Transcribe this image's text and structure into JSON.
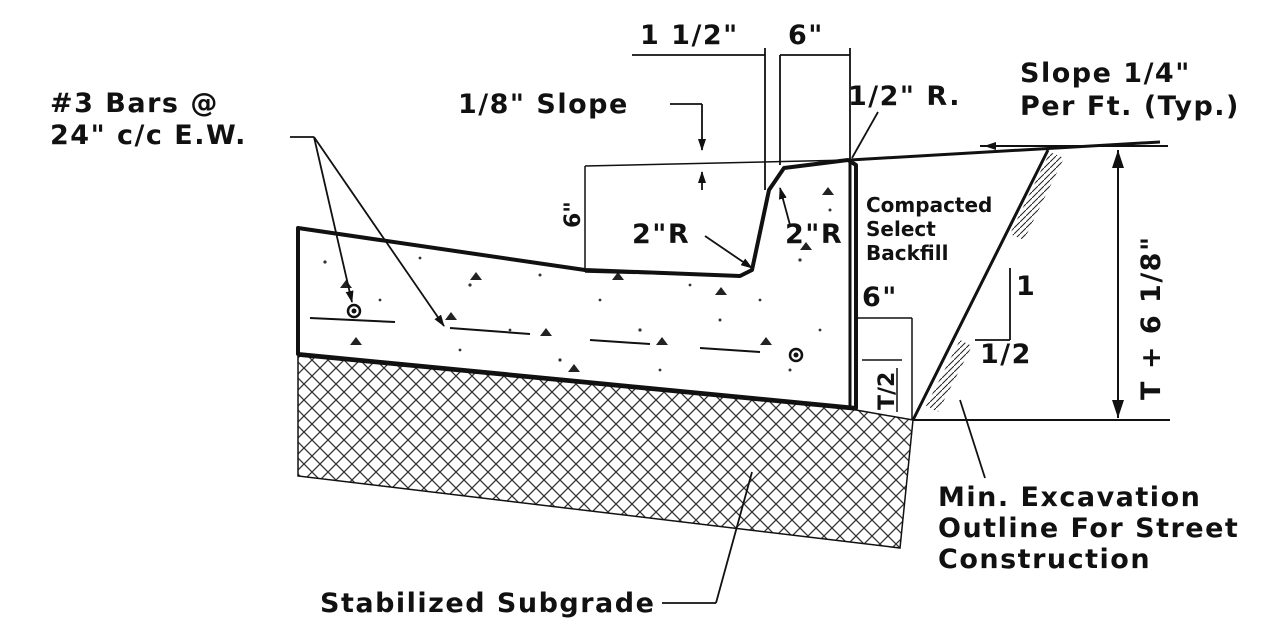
{
  "labels": {
    "bars_line1": "#3 Bars @",
    "bars_line2": "24\" c/c E.W.",
    "slope_eighth": "1/8\" Slope",
    "dim_1_5": "1 1/2\"",
    "dim_6_top": "6\"",
    "half_radius": "1/2\" R.",
    "slope_quarter_line1": "Slope 1/4\"",
    "slope_quarter_line2": "Per Ft. (Typ.)",
    "dim_6_vertical": "6\"",
    "radius_2_left": "2\"R",
    "radius_2_right": "2\"R",
    "backfill_line1": "Compacted",
    "backfill_line2": "Select",
    "backfill_line3": "Backfill",
    "dim_6_mid": "6\"",
    "ratio_1": "1",
    "ratio_half": "1/2",
    "dim_t_half": "T/2",
    "dim_t_plus": "T + 6 1/8\"",
    "excavation_line1": "Min. Excavation",
    "excavation_line2": "Outline For Street",
    "excavation_line3": "Construction",
    "subgrade": "Stabilized Subgrade"
  },
  "colors": {
    "ink": "#111111",
    "background": "#ffffff"
  }
}
